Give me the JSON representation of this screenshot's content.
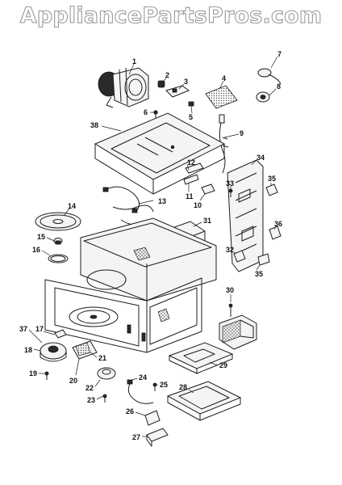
{
  "watermark": "AppliancePartsPros.com",
  "callouts": [
    "1",
    "2",
    "3",
    "4",
    "5",
    "6",
    "7",
    "8",
    "9",
    "10",
    "11",
    "12",
    "13",
    "14",
    "15",
    "16",
    "17",
    "18",
    "19",
    "20",
    "21",
    "22",
    "23",
    "24",
    "25",
    "26",
    "27",
    "28",
    "29",
    "30",
    "31",
    "32",
    "33",
    "34",
    "35",
    "35",
    "36",
    "37",
    "38"
  ]
}
